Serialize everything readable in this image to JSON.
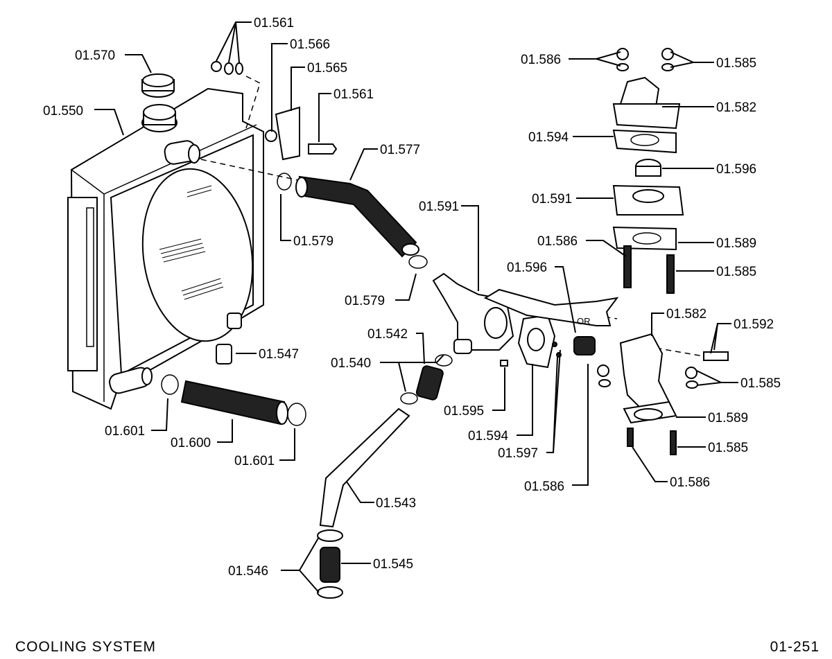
{
  "footer": {
    "title": "COOLING  SYSTEM",
    "page_ref": "01-251"
  },
  "or_label": "OR",
  "labels": [
    {
      "id": "p01570",
      "text": "01.570"
    },
    {
      "id": "p01550",
      "text": "01.550"
    },
    {
      "id": "p01561a",
      "text": "01.561"
    },
    {
      "id": "p01566",
      "text": "01.566"
    },
    {
      "id": "p01565",
      "text": "01.565"
    },
    {
      "id": "p01561b",
      "text": "01.561"
    },
    {
      "id": "p01577",
      "text": "01.577"
    },
    {
      "id": "p01579a",
      "text": "01.579"
    },
    {
      "id": "p01579b",
      "text": "01.579"
    },
    {
      "id": "p01591a",
      "text": "01.591"
    },
    {
      "id": "p01596a",
      "text": "01.596"
    },
    {
      "id": "p01542",
      "text": "01.542"
    },
    {
      "id": "p01540",
      "text": "01.540"
    },
    {
      "id": "p01547",
      "text": "01.547"
    },
    {
      "id": "p01595",
      "text": "01.595"
    },
    {
      "id": "p01594a",
      "text": "01.594"
    },
    {
      "id": "p01597",
      "text": "01.597"
    },
    {
      "id": "p01586a",
      "text": "01.586"
    },
    {
      "id": "p01601a",
      "text": "01.601"
    },
    {
      "id": "p01600",
      "text": "01.600"
    },
    {
      "id": "p01601b",
      "text": "01.601"
    },
    {
      "id": "p01543",
      "text": "01.543"
    },
    {
      "id": "p01546",
      "text": "01.546"
    },
    {
      "id": "p01545",
      "text": "01.545"
    },
    {
      "id": "p01586b",
      "text": "01.586"
    },
    {
      "id": "p01585a",
      "text": "01.585"
    },
    {
      "id": "p01582a",
      "text": "01.582"
    },
    {
      "id": "p01594b",
      "text": "01.594"
    },
    {
      "id": "p01596b",
      "text": "01.596"
    },
    {
      "id": "p01591b",
      "text": "01.591"
    },
    {
      "id": "p01586c",
      "text": "01.586"
    },
    {
      "id": "p01589a",
      "text": "01.589"
    },
    {
      "id": "p01585b",
      "text": "01.585"
    },
    {
      "id": "p01582b",
      "text": "01.582"
    },
    {
      "id": "p01592",
      "text": "01.592"
    },
    {
      "id": "p01585c",
      "text": "01.585"
    },
    {
      "id": "p01589b",
      "text": "01.589"
    },
    {
      "id": "p01585d",
      "text": "01.585"
    },
    {
      "id": "p01586d",
      "text": "01.586"
    }
  ]
}
